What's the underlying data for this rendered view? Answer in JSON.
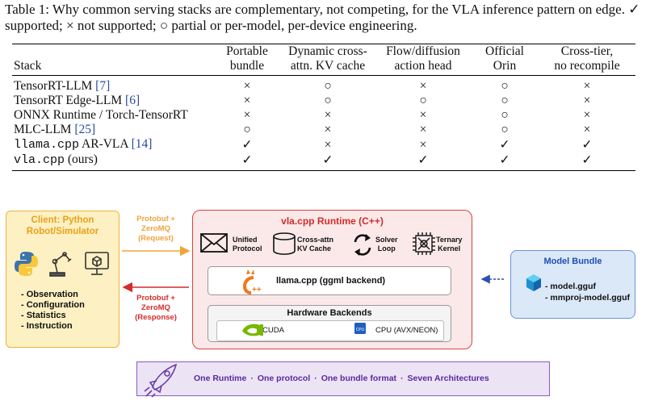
{
  "caption": "Table 1: Why common serving stacks are complementary, not competing, for the VLA inference pattern on edge. ✓ supported; × not supported; ○ partial or per-model, per-device engineering.",
  "table": {
    "headers": {
      "stack": "Stack",
      "portable_1": "Portable",
      "portable_2": "bundle",
      "kv_1": "Dynamic cross-",
      "kv_2": "attn. KV cache",
      "flow_1": "Flow/diffusion",
      "flow_2": "action head",
      "orin_1": "Official",
      "orin_2": "Orin",
      "tier_1": "Cross-tier,",
      "tier_2": "no recompile"
    },
    "rows": [
      {
        "name": "TensorRT-LLM",
        "ref": "[7]",
        "mono": false,
        "cells": [
          "×",
          "○",
          "×",
          "○",
          "×"
        ]
      },
      {
        "name": "TensorRT Edge-LLM",
        "ref": "[6]",
        "mono": false,
        "cells": [
          "×",
          "○",
          "○",
          "○",
          "×"
        ]
      },
      {
        "name": "ONNX Runtime / Torch-TensorRT",
        "ref": "",
        "mono": false,
        "cells": [
          "×",
          "×",
          "×",
          "○",
          "×"
        ]
      },
      {
        "name": "MLC-LLM",
        "ref": "[25]",
        "mono": false,
        "cells": [
          "○",
          "×",
          "×",
          "○",
          "×"
        ]
      },
      {
        "name_mono": "llama.cpp",
        "name_rest": " AR-VLA",
        "ref": "[14]",
        "mono": true,
        "cells": [
          "✓",
          "×",
          "×",
          "✓",
          "✓"
        ]
      },
      {
        "name_mono": "vla.cpp",
        "name_rest": " (ours)",
        "ref": "",
        "mono": true,
        "cells": [
          "✓",
          "✓",
          "✓",
          "✓",
          "✓"
        ]
      }
    ]
  },
  "diagram": {
    "client": {
      "title_1": "Client: Python",
      "title_2": "Robot/Simulator",
      "items": [
        "- Observation",
        "- Configuration",
        "- Statistics",
        "- Instruction"
      ]
    },
    "request": {
      "line1": "Protobuf +",
      "line2": "ZeroMQ",
      "line3": "(Request)"
    },
    "response": {
      "line1": "Protobuf +",
      "line2": "ZeroMQ",
      "line3": "(Response)"
    },
    "runtime": {
      "title": "vla.cpp Runtime (C++)",
      "features": [
        {
          "line1": "Unified",
          "line2": "Protocol"
        },
        {
          "line1": "Cross-attn",
          "line2": "KV Cache"
        },
        {
          "line1": "Solver",
          "line2": "Loop"
        },
        {
          "line1": "Ternary",
          "line2": "Kernel"
        }
      ],
      "llama": "llama.cpp (ggml backend)",
      "hardware_title": "Hardware Backends",
      "cuda": "CUDA",
      "cpu": "CPU  (AVX/NEON)",
      "cpu_chip": "CPU"
    },
    "bundle": {
      "title": "Model Bundle",
      "files": [
        "- model.gguf",
        "- mmproj-model.gguf"
      ]
    },
    "footer": [
      "One Runtime",
      "One protocol",
      "One bundle format",
      "Seven Architectures"
    ],
    "footer_sep": "·",
    "colors": {
      "client_fill": "#fdf0c2",
      "client_border": "#f0b43c",
      "runtime_fill": "#fbe9e9",
      "runtime_border": "#d9443f",
      "request_arrow": "#f0a43a",
      "response_arrow": "#d42b2b",
      "bundle_fill": "#dbe8f8",
      "bundle_border": "#6a95d6",
      "footer_fill": "#ece3f5",
      "footer_border": "#8a5ac2",
      "nvidia_green": "#76b900"
    }
  }
}
